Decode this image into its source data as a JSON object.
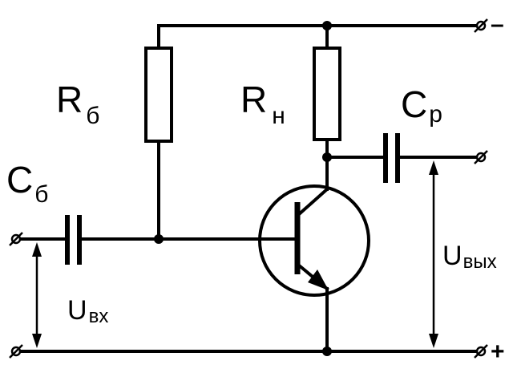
{
  "labels": {
    "rb_main": "R",
    "rb_sub": "б",
    "rn_main": "R",
    "rn_sub": "н",
    "cb_main": "C",
    "cb_sub": "б",
    "cp_main": "C",
    "cp_sub": "р",
    "uin_main": "U",
    "uin_sub": "вх",
    "uout_main": "U",
    "uout_sub": "вых",
    "minus": "–",
    "plus": "+"
  }
}
